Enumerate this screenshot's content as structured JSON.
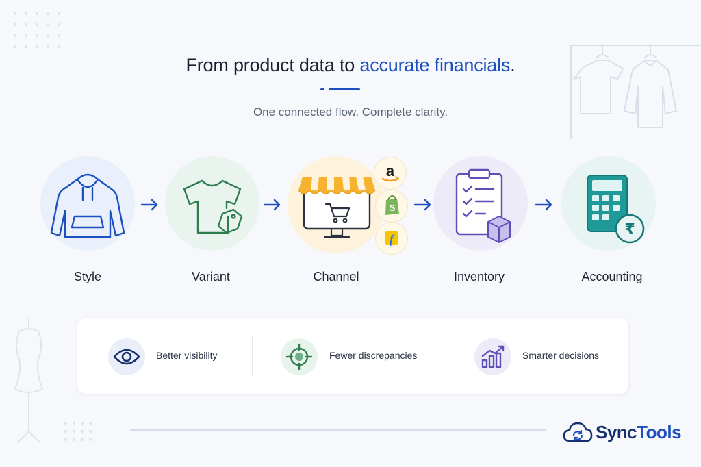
{
  "header": {
    "title_prefix": "From product data to ",
    "title_highlight": "accurate financials",
    "title_suffix": ".",
    "subtitle": "One connected flow. Complete clarity."
  },
  "flow": {
    "steps": [
      {
        "label": "Style",
        "icon": "hoodie-icon"
      },
      {
        "label": "Variant",
        "icon": "tshirt-tag-icon"
      },
      {
        "label": "Channel",
        "icon": "storefront-monitor-icon"
      },
      {
        "label": "Inventory",
        "icon": "clipboard-box-icon"
      },
      {
        "label": "Accounting",
        "icon": "calculator-rupee-icon"
      }
    ],
    "channel_badges": [
      {
        "icon": "amazon-icon"
      },
      {
        "icon": "shopify-icon"
      },
      {
        "icon": "flipkart-icon"
      }
    ]
  },
  "benefits": [
    {
      "label": "Better visibility",
      "icon": "eye-icon"
    },
    {
      "label": "Fewer discrepancies",
      "icon": "target-icon"
    },
    {
      "label": "Smarter decisions",
      "icon": "growth-chart-icon"
    }
  ],
  "brand": {
    "name_part1": "Sync",
    "name_part2": "Tools",
    "icon": "cloud-sync-icon"
  },
  "colors": {
    "accent": "#1c4fbf",
    "navy": "#17306f",
    "green": "#2f7d4f",
    "amber": "#f5b330",
    "purple": "#5b4fb8",
    "teal": "#1f9a98"
  }
}
